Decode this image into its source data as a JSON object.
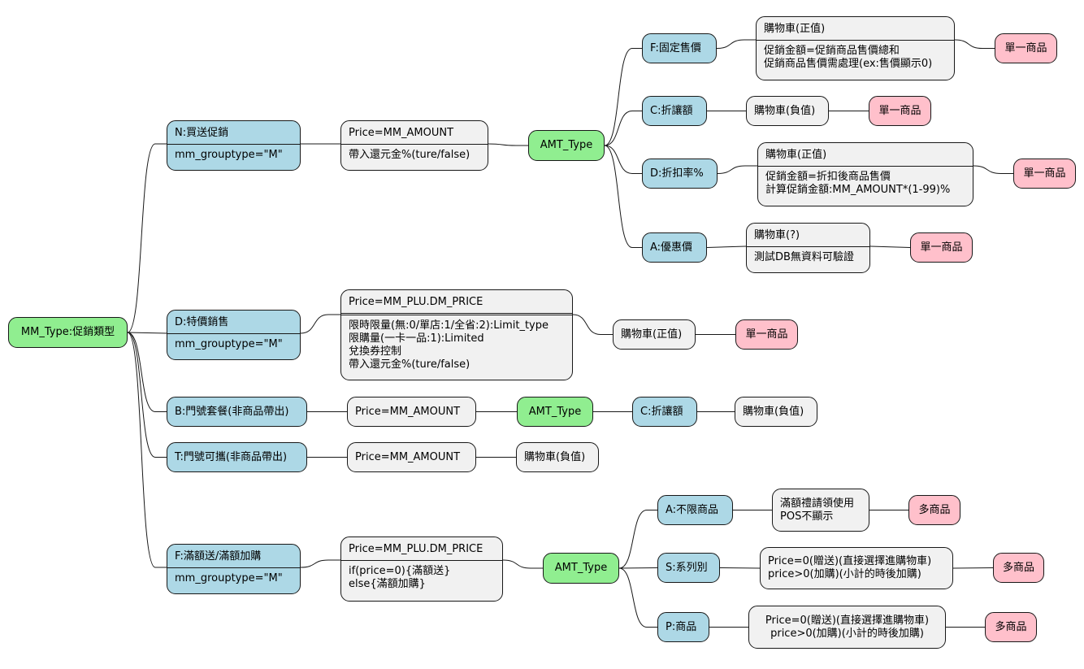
{
  "nodes": {
    "root": {
      "text": "MM_Type:促銷類型"
    },
    "n_buy": {
      "header": "N:買送促銷",
      "lines": [
        "mm_grouptype=\"M\""
      ]
    },
    "n_price": {
      "header": "Price=MM_AMOUNT",
      "lines": [
        "帶入還元金%(ture/false)"
      ]
    },
    "n_amt": {
      "text": "AMT_Type"
    },
    "n_f": {
      "text": "F:固定售價"
    },
    "n_f_cart": {
      "header": "購物車(正值)",
      "lines": [
        "促銷金額=促銷商品售價總和",
        "促銷商品售價需處理(ex:售價顯示0)"
      ]
    },
    "n_f_single": {
      "text": "單一商品"
    },
    "n_c": {
      "text": "C:折讓額"
    },
    "n_c_cart": {
      "text": "購物車(負值)"
    },
    "n_c_single": {
      "text": "單一商品"
    },
    "n_d": {
      "text": "D:折扣率%"
    },
    "n_d_cart": {
      "header": "購物車(正值)",
      "lines": [
        "促銷金額=折扣後商品售價",
        "計算促銷金額:MM_AMOUNT*(1-99)%"
      ]
    },
    "n_d_single": {
      "text": "單一商品"
    },
    "n_a": {
      "text": "A:優惠價"
    },
    "n_a_cart": {
      "header": "購物車(?)",
      "lines": [
        "測試DB無資料可驗證"
      ]
    },
    "n_a_single": {
      "text": "單一商品"
    },
    "d_special": {
      "header": "D:特價銷售",
      "lines": [
        "mm_grouptype=\"M\""
      ]
    },
    "d_price": {
      "header": "Price=MM_PLU.DM_PRICE",
      "lines": [
        "限時限量(無:0/單店:1/全省:2):Limit_type",
        "限購量(一卡一品:1):Limited",
        "兌換券控制",
        "帶入還元金%(ture/false)"
      ]
    },
    "d_cart": {
      "text": "購物車(正值)"
    },
    "d_single": {
      "text": "單一商品"
    },
    "b_set": {
      "text": "B:門號套餐(非商品帶出)"
    },
    "b_price": {
      "text": "Price=MM_AMOUNT"
    },
    "b_amt": {
      "text": "AMT_Type"
    },
    "b_c": {
      "text": "C:折讓額"
    },
    "b_cart": {
      "text": "購物車(負值)"
    },
    "t_port": {
      "text": "T:門號可攜(非商品帶出)"
    },
    "t_price": {
      "text": "Price=MM_AMOUNT"
    },
    "t_cart": {
      "text": "購物車(負值)"
    },
    "f_full": {
      "header": "F:滿額送/滿額加購",
      "lines": [
        "mm_grouptype=\"M\""
      ]
    },
    "f_price": {
      "header": "Price=MM_PLU.DM_PRICE",
      "lines": [
        "if(price=0){滿額送}",
        "else{滿額加購}"
      ]
    },
    "f_amt": {
      "text": "AMT_Type"
    },
    "f_a": {
      "text": "A:不限商品"
    },
    "f_a_note": {
      "lines": [
        "滿額禮請領使用",
        "POS不顯示"
      ]
    },
    "f_a_multi": {
      "text": "多商品"
    },
    "f_s": {
      "text": "S:系列別"
    },
    "f_s_note": {
      "lines": [
        "Price=0(贈送)(直接選擇進購物車)",
        "price>0(加購)(小計的時後加購)"
      ]
    },
    "f_s_multi": {
      "text": "多商品"
    },
    "f_p": {
      "text": "P:商品"
    },
    "f_p_note": {
      "lines": [
        "Price=0(贈送)(直接選擇進購物車)",
        "price>0(加購)(小計的時後加購)"
      ]
    },
    "f_p_multi": {
      "text": "多商品"
    }
  },
  "colors": {
    "root": "#90ee90",
    "amt_type": "#90ee90",
    "promo_branch": "#add8e6",
    "detail": "#f1f1f1",
    "leaf": "#ffc0cb",
    "line": "#181818"
  }
}
